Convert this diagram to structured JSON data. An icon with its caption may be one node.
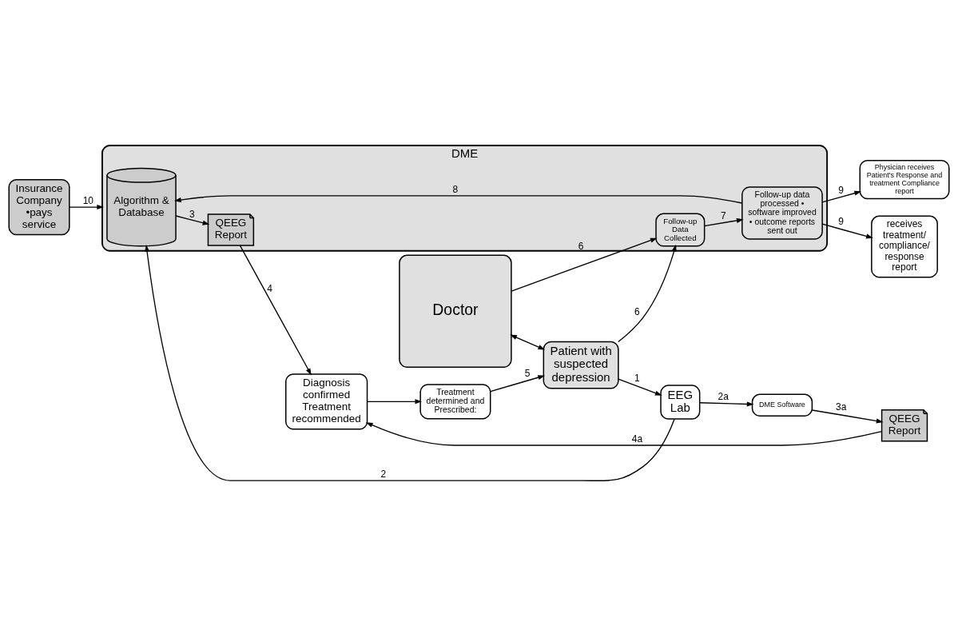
{
  "diagram": {
    "nodes": [
      {
        "text": [
          "DME"
        ]
      },
      {
        "text": [
          "Physician receives Patient's Response and treatment Compliance report"
        ]
      },
      {
        "text": [
          "Doctor"
        ]
      },
      {
        "text": [
          "Patient with suspected depression"
        ]
      },
      {
        "text": [
          "EEG Lab"
        ]
      },
      {
        "text": [
          "DME Software"
        ]
      },
      {
        "text": [
          "QEEG Report"
        ]
      },
      {
        "text": [
          "Algorithm & Database"
        ],
        "in": 0
      },
      {
        "text": [
          "QEEG Report"
        ],
        "in": 0
      },
      {
        "text": [
          "Follow-up Data Collected"
        ],
        "in": 0
      },
      {
        "text": [
          "Follow-up data processed • software improved • outcome reports sent out"
        ],
        "in": 0
      },
      {
        "text": [
          "Diagnosis confirmed Treatment recommended"
        ]
      },
      {
        "text": [
          "Treatment determined and Prescribed:"
        ]
      },
      {
        "text": [
          "Insurance Company •pays service"
        ]
      },
      {
        "text": [
          "receives treatment/ compliance/ response report"
        ]
      }
    ],
    "edges": [
      {
        "from": 2,
        "to": 3,
        "arrow": "both"
      },
      {
        "from": 3,
        "to": 4,
        "arrow": "to",
        "label": "1"
      },
      {
        "from": 4,
        "to": 7,
        "arrow": "to",
        "label": "2"
      },
      {
        "from": 4,
        "to": 5,
        "arrow": "to",
        "label": "2a"
      },
      {
        "from": 5,
        "to": 6,
        "arrow": "to",
        "label": "3a"
      },
      {
        "from": 6,
        "to": 11,
        "arrow": "to",
        "label": "4a"
      },
      {
        "from": 7,
        "to": 8,
        "arrow": "to",
        "label": "3"
      },
      {
        "from": 8,
        "to": 11,
        "arrow": "to",
        "label": "4"
      },
      {
        "from": 3,
        "to": 9,
        "arrow": "to",
        "label": "6"
      },
      {
        "from": 2,
        "to": 9,
        "arrow": "to",
        "label": "6"
      },
      {
        "from": 9,
        "to": 10,
        "arrow": "to",
        "label": "7"
      },
      {
        "from": 10,
        "to": 7,
        "arrow": "to",
        "label": "8"
      },
      {
        "from": 10,
        "to": 1,
        "arrow": "to",
        "label": "9"
      },
      {
        "from": 10,
        "to": 14,
        "arrow": "to",
        "label": "9"
      },
      {
        "from": 11,
        "to": 12,
        "arrow": "to"
      },
      {
        "from": 12,
        "to": 3,
        "arrow": "to",
        "label": "5"
      },
      {
        "from": 13,
        "to": 0,
        "arrow": "to",
        "label": "10"
      }
    ]
  }
}
